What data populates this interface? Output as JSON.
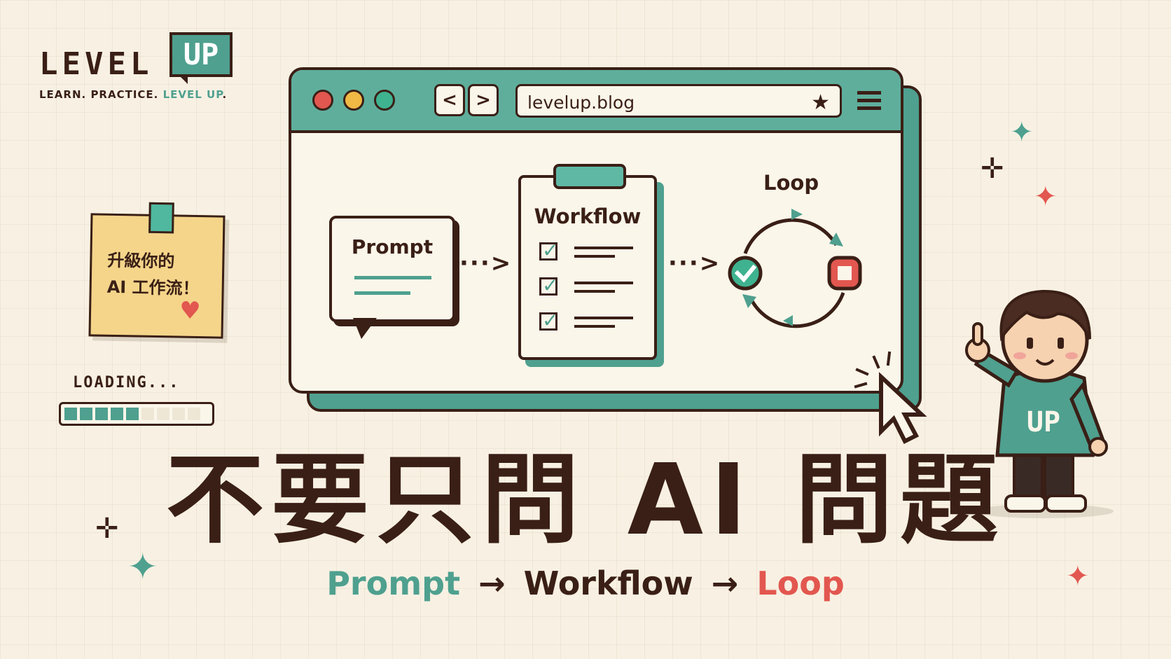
{
  "logo": {
    "level": "LEVEL",
    "up": "UP",
    "tagline_main": "LEARN. PRACTICE. ",
    "tagline_accent": "LEVEL UP",
    "tagline_end": "."
  },
  "sticky_note": {
    "line1": "升級你的",
    "line2": "AI 工作流！",
    "heart_icon": "heart-icon"
  },
  "loading": {
    "label": "LOADING...",
    "progress": 0.55
  },
  "browser": {
    "url": "levelup.blog",
    "back_glyph": "<",
    "forward_glyph": ">",
    "bookmark_icon": "star-icon",
    "menu_icon": "hamburger-menu-icon"
  },
  "diagram": {
    "prompt_label": "Prompt",
    "workflow_label": "Workflow",
    "loop_label": "Loop",
    "arrow": "···>"
  },
  "headline": "不要只問 AI 問題",
  "flow": {
    "step1": "Prompt",
    "step2": "Workflow",
    "step3": "Loop",
    "arrow": "→"
  },
  "colors": {
    "background": "#f8f1e3",
    "ink": "#3a1f16",
    "teal": "#4fa08f",
    "red": "#e2574f",
    "yellow": "#f0b945",
    "note": "#f4d58a"
  }
}
